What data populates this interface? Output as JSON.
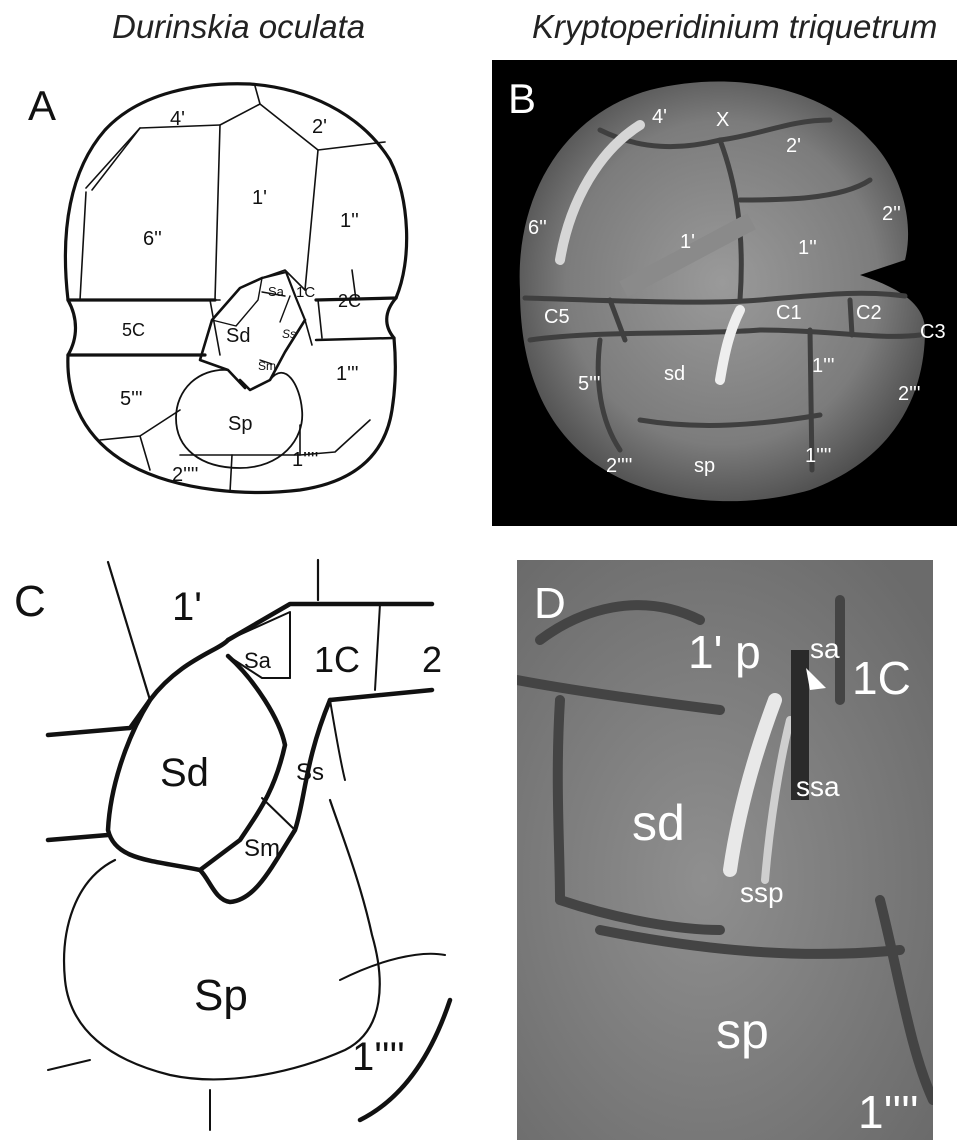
{
  "titles": {
    "left": "Durinskia oculata",
    "right": "Kryptoperidinium triquetrum"
  },
  "panel_a": {
    "letter": "A",
    "plates": {
      "p4p": "4'",
      "p2p": "2'",
      "p1p": "1'",
      "p6pp": "6''",
      "p1pp": "1''",
      "sa": "Sa",
      "c1": "1C",
      "c2": "2C",
      "c5": "5C",
      "sd": "Sd",
      "ss": "Ss",
      "sm": "Sm",
      "p5ppp": "5'''",
      "p1ppp": "1'''",
      "sp": "Sp",
      "p2pppp": "2''''",
      "p1pppp": "1''''"
    }
  },
  "panel_b": {
    "letter": "B",
    "plates": {
      "p4p": "4'",
      "x": "X",
      "p2p": "2'",
      "p2pp": "2''",
      "p6pp": "6''",
      "p1p": "1'",
      "p1pp": "1''",
      "c5": "C5",
      "c1": "C1",
      "c2": "C2",
      "c3": "C3",
      "p5ppp": "5'''",
      "sd": "sd",
      "p1ppp": "1'''",
      "p2ppp": "2'''",
      "p2pppp": "2''''",
      "sp": "sp",
      "p1pppp": "1''''"
    }
  },
  "panel_c": {
    "letter": "C",
    "plates": {
      "p1p": "1'",
      "sa": "Sa",
      "c1": "1C",
      "c2_partial": "2",
      "sd": "Sd",
      "ss": "Ss",
      "sm": "Sm",
      "sp": "Sp",
      "p1pppp": "1''''"
    }
  },
  "panel_d": {
    "letter": "D",
    "plates": {
      "p1pp_label": "1' p",
      "sa": "sa",
      "c1": "1C",
      "ssa": "ssa",
      "sd": "sd",
      "ssp": "ssp",
      "sp": "sp",
      "p1pppp": "1''''"
    }
  }
}
